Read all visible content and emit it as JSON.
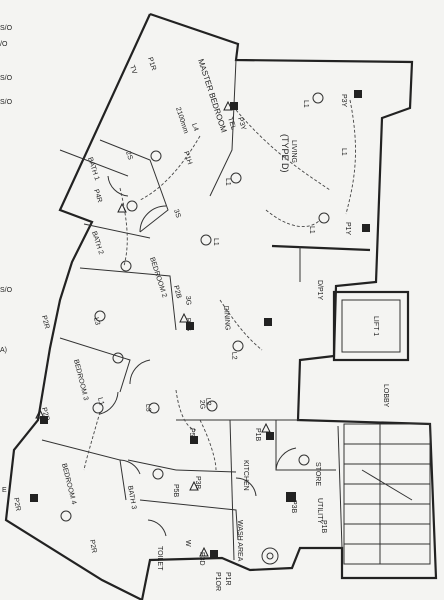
{
  "margin_notes": [
    "S/O",
    "/O",
    "S/O",
    "S/O",
    "S/O",
    "A)",
    "E"
  ],
  "rooms": {
    "living": "LIVING",
    "living_type": "(TYPE D)",
    "master_bedroom": "MASTER BEDROOM",
    "dimension": "2100mm",
    "bath1": "BATH 1",
    "bath2": "BATH 2",
    "bath3": "BATH 3",
    "bedroom2": "BEDROOM 2",
    "bedroom3": "BEDROOM 3",
    "bedroom4": "BEDROOM 4",
    "dining": "DINING",
    "lift": "LIFT 1",
    "lobby": "LOBBY",
    "kitchen": "KITCHEN",
    "store": "STORE",
    "utility": "UTILITY",
    "wash_area": "WASH AREA",
    "toilet": "TOILET"
  },
  "symbols": {
    "p1r": "P1R",
    "tv": "TV",
    "tel": "TEL",
    "p3y": "P3Y",
    "l4": "L4",
    "p1h": "P1H",
    "l1": "L1",
    "l2": "L2",
    "l3": "L3",
    "p2r": "P2R",
    "p4r": "P4R",
    "d_p1y": "D/P1Y",
    "p1y": "P1Y",
    "p2b": "P2B",
    "p3b": "P3B",
    "p5b": "P5B",
    "p1b": "P1B",
    "p1r_b": "P1R",
    "w": "W",
    "p3d": "P3D",
    "p1or": "P1OR",
    "p5b2": "P5B",
    "sw2g": "2G",
    "sw3g": "3G",
    "sw2s": "2S",
    "sw3s": "3S"
  }
}
